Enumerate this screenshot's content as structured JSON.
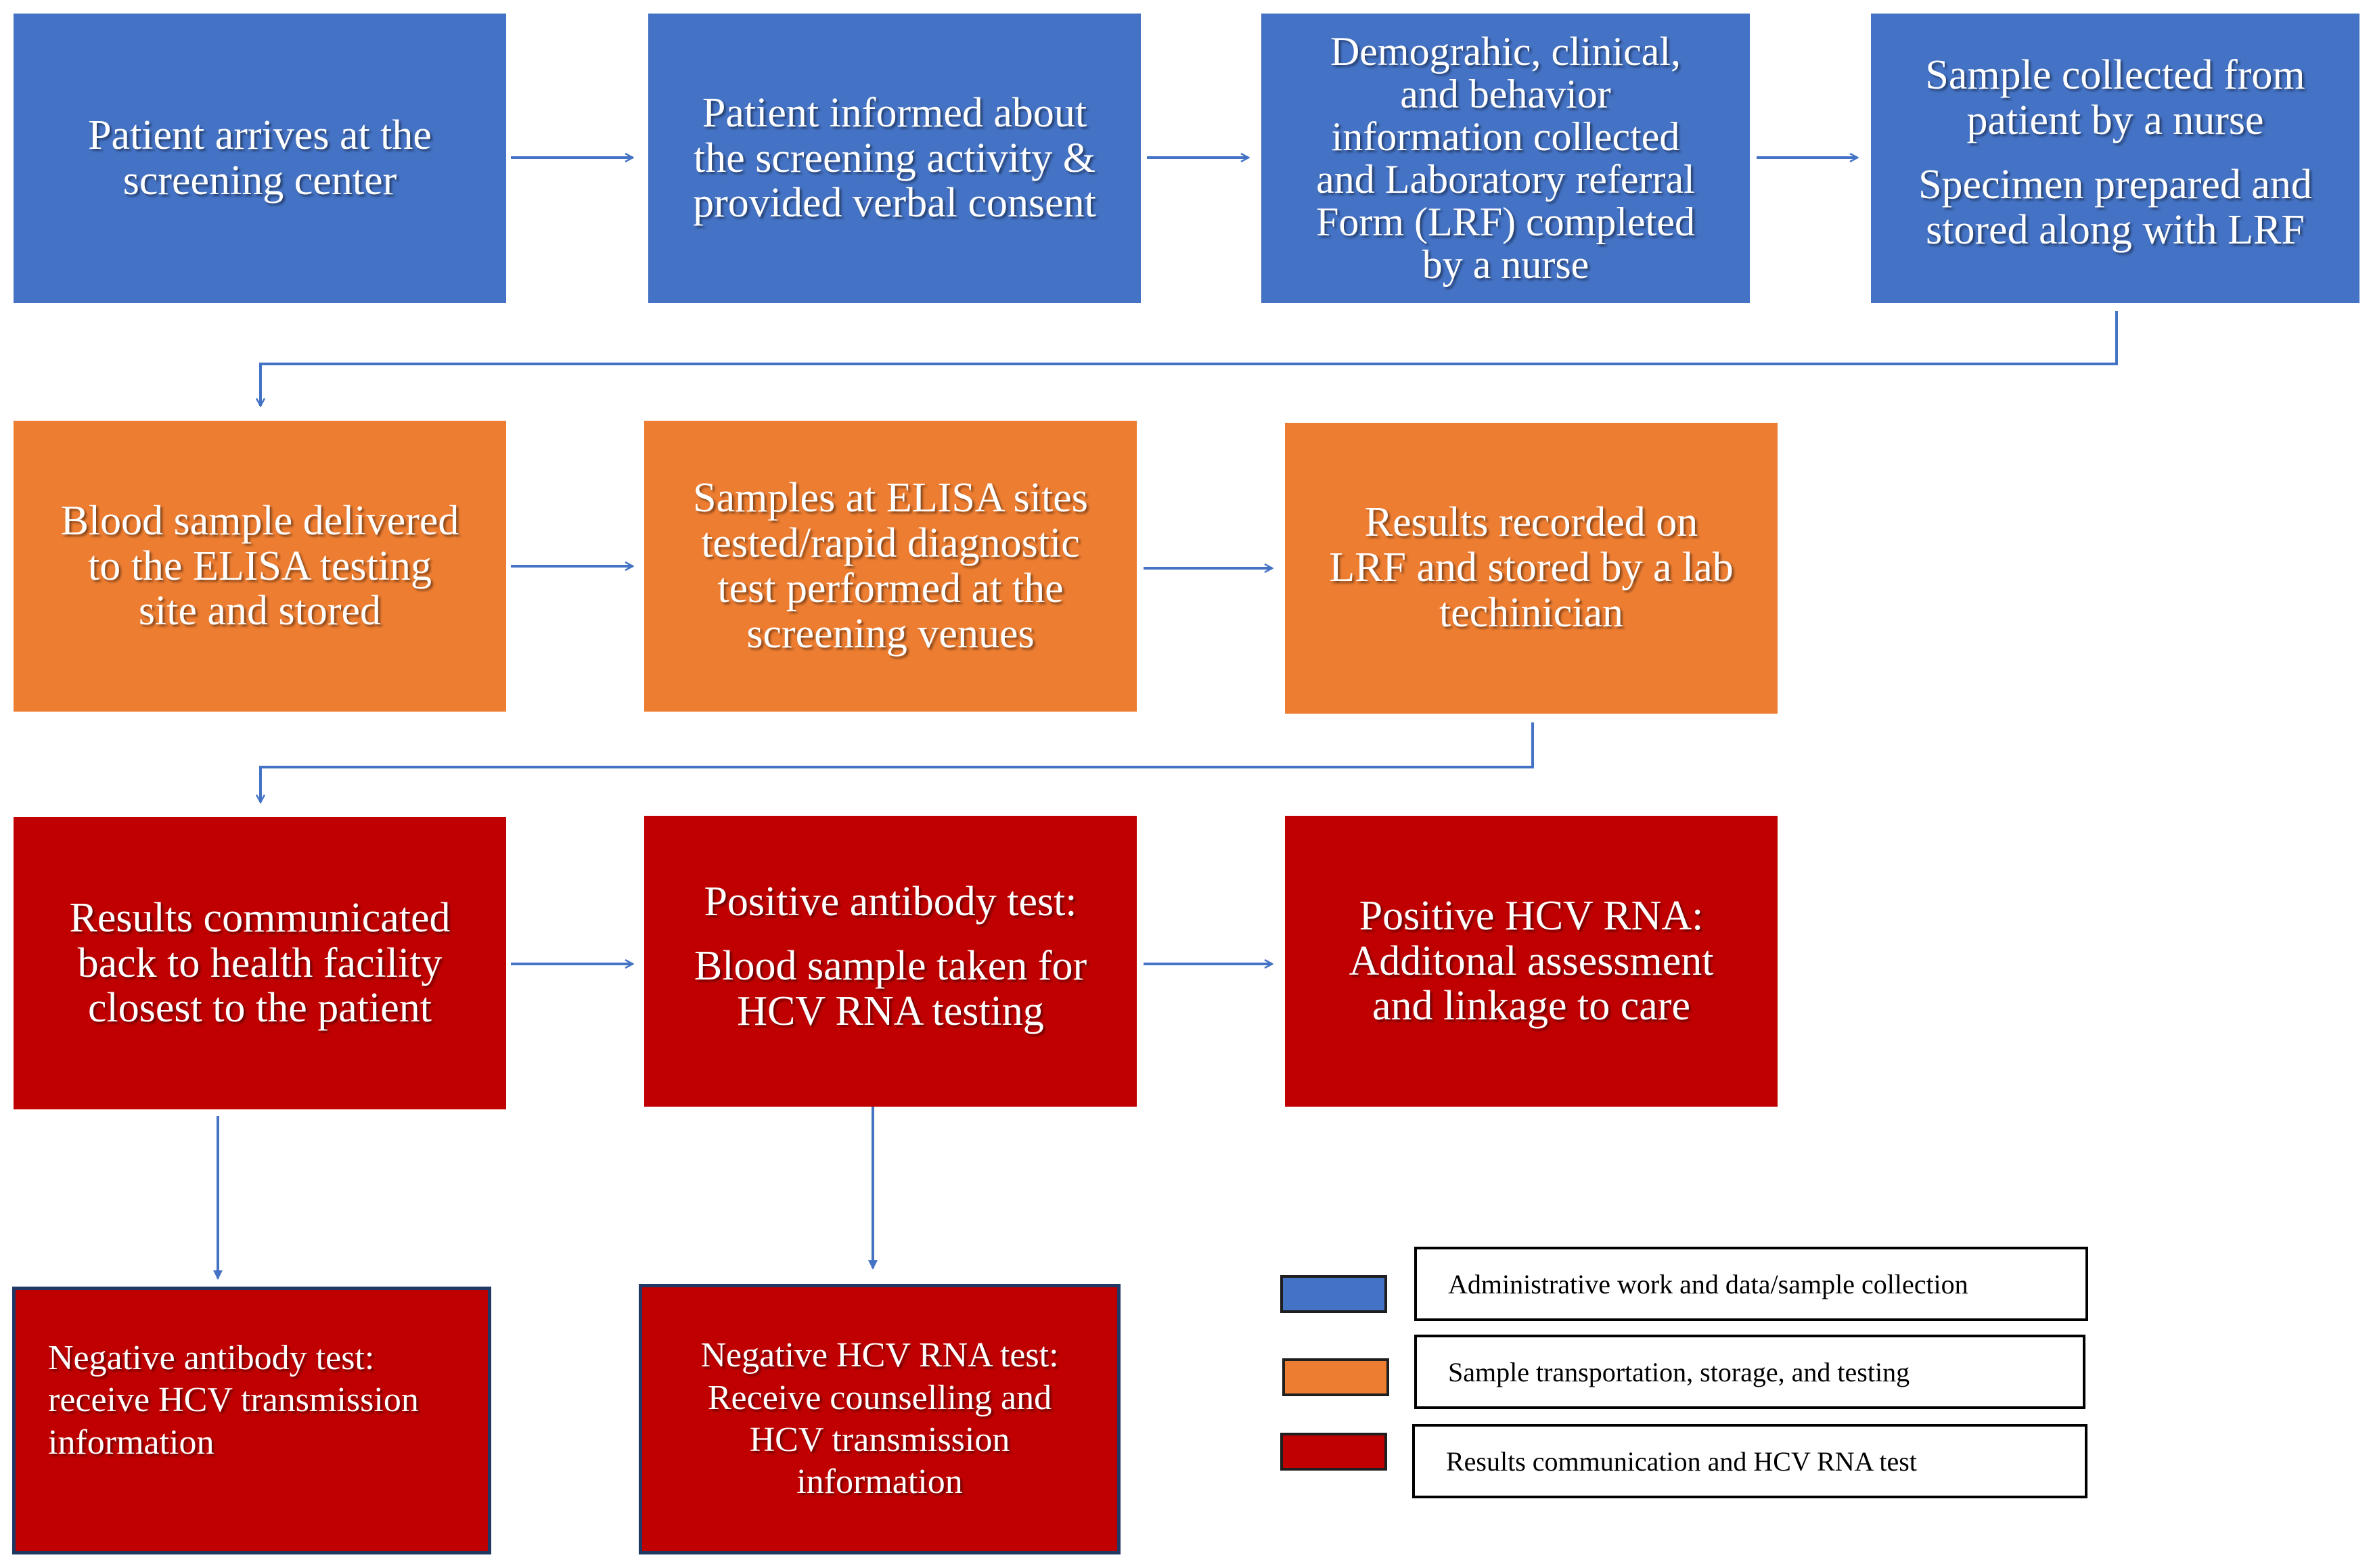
{
  "colors": {
    "blue": "#4472c4",
    "orange": "#ed7d31",
    "red": "#c00000",
    "connector": "#4472c4"
  },
  "row1": {
    "arrive": [
      "Patient arrives at the",
      "screening center"
    ],
    "consent": [
      "Patient informed about",
      "the screening activity &",
      "provided verbal consent"
    ],
    "info": [
      "Demograhic, clinical,",
      "and behavior",
      "information collected",
      "and Laboratory referral",
      "Form (LRF) completed",
      "by a nurse"
    ],
    "sample_a": [
      "Sample collected from",
      "patient by a nurse"
    ],
    "sample_b": [
      "Specimen prepared and",
      "stored along with LRF"
    ]
  },
  "row2": {
    "delivered": [
      "Blood sample delivered",
      "to the ELISA testing",
      "site and stored"
    ],
    "tested": [
      "Samples at ELISA sites",
      "tested/rapid diagnostic",
      "test performed at the",
      "screening venues"
    ],
    "recorded": [
      "Results recorded on",
      "LRF and stored by a lab",
      "techinician"
    ]
  },
  "row3": {
    "communicated": [
      "Results communicated",
      "back to health facility",
      "closest to the patient"
    ],
    "positive_ab_a": [
      "Positive antibody test:"
    ],
    "positive_ab_b": [
      "Blood sample taken for",
      "HCV RNA testing"
    ],
    "positive_rna": [
      "Positive HCV RNA:",
      "Additonal assessment",
      "and linkage to care"
    ]
  },
  "row4": {
    "negative_ab": [
      "Negative antibody test:",
      "receive HCV transmission",
      "information"
    ],
    "negative_rna": [
      "Negative HCV RNA test:",
      "Receive counselling and",
      "HCV transmission",
      "information"
    ]
  },
  "legend": [
    {
      "label": "Administrative work and data/sample collection",
      "color": "#4472c4"
    },
    {
      "label": "Sample transportation, storage, and testing",
      "color": "#ed7d31"
    },
    {
      "label": "Results communication and HCV RNA test",
      "color": "#c00000"
    }
  ]
}
